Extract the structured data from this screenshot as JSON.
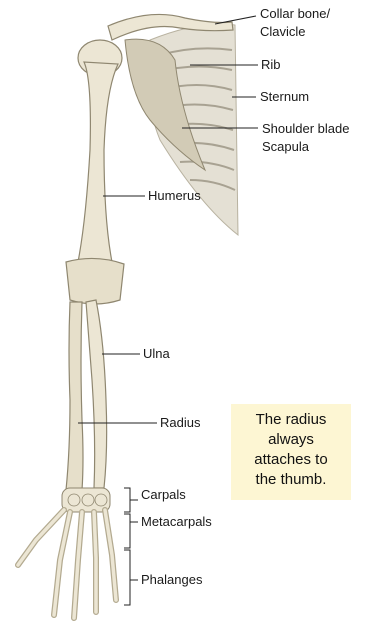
{
  "labels": {
    "collar_bone": "Collar bone/",
    "clavicle": "Clavicle",
    "rib": "Rib",
    "sternum": "Sternum",
    "shoulder_blade": "Shoulder blade",
    "scapula": "Scapula",
    "humerus": "Humerus",
    "ulna": "Ulna",
    "radius": "Radius",
    "carpals": "Carpals",
    "metacarpals": "Metacarpals",
    "phalanges": "Phalanges"
  },
  "note": {
    "line1": "The radius",
    "line2": "always",
    "line3": "attaches to",
    "line4": "the thumb."
  },
  "colors": {
    "bone": "#ece6d4",
    "bone_shadow": "#c9c0a6",
    "bone_outline": "#8f8770",
    "rib_cage": "#d8d4c8",
    "leader_line": "#222222",
    "note_background": "#fdf6d3"
  }
}
